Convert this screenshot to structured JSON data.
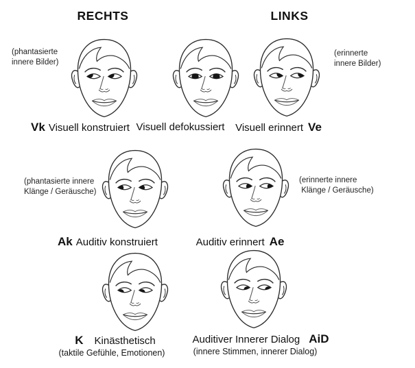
{
  "page": {
    "background": "#ffffff",
    "ink": "#111111",
    "face_line_color": "#2b2b2b",
    "soft_line_color": "#555555"
  },
  "headers": {
    "rechts": "RECHTS",
    "links": "LINKS"
  },
  "annotations": [
    {
      "id": "row1-left",
      "lines": "(phantasierte\ninnere Bilder)"
    },
    {
      "id": "row1-right",
      "lines": "(erinnerte\ninnere Bilder)"
    },
    {
      "id": "row2-left",
      "lines": "(phantasierte innere\nKlänge / Geräusche)"
    },
    {
      "id": "row2-right",
      "lines": "(erinnerte innere\n Klänge / Geräusche)"
    }
  ],
  "faces": [
    {
      "id": "vk",
      "gaze": "up-left",
      "abbr": "Vk",
      "abbr_position": "before",
      "label": "Visuell konstruiert"
    },
    {
      "id": "vd",
      "gaze": "center",
      "abbr": "",
      "abbr_position": "none",
      "label": "Visuell defokussiert"
    },
    {
      "id": "ve",
      "gaze": "up-right",
      "abbr": "Ve",
      "abbr_position": "after",
      "label": "Visuell erinnert"
    },
    {
      "id": "ak",
      "gaze": "left",
      "abbr": "Ak",
      "abbr_position": "before",
      "label": "Auditiv konstruiert"
    },
    {
      "id": "ae",
      "gaze": "right",
      "abbr": "Ae",
      "abbr_position": "after",
      "label": "Auditiv erinnert"
    },
    {
      "id": "k",
      "gaze": "down-left",
      "abbr": "K",
      "abbr_position": "before",
      "label": "Kinästhetisch",
      "sublabel": "(taktile Gefühle, Emotionen)"
    },
    {
      "id": "aid",
      "gaze": "down-right",
      "abbr": "AiD",
      "abbr_position": "after",
      "label": "Auditiver Innerer Dialog",
      "sublabel": "(innere Stimmen, innerer Dialog)"
    }
  ]
}
